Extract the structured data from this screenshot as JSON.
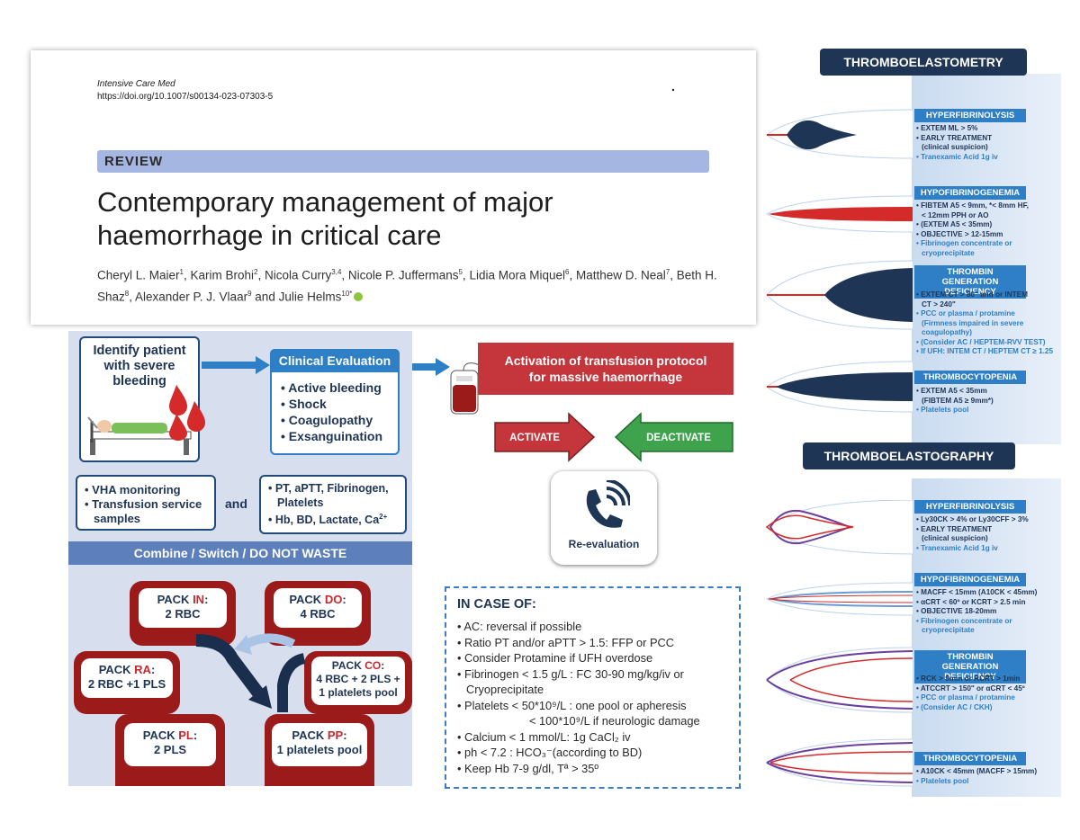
{
  "paper": {
    "journal": "Intensive Care Med",
    "doi": "https://doi.org/10.1007/s00134-023-07303-5",
    "dot": ".",
    "section": "REVIEW",
    "title_line1": "Contemporary management of major",
    "title_line2": "haemorrhage in critical care",
    "authors": [
      {
        "name": "Cheryl L. Maier",
        "sup": "1"
      },
      {
        "name": "Karim Brohi",
        "sup": "2"
      },
      {
        "name": "Nicola Curry",
        "sup": "3,4"
      },
      {
        "name": "Nicole P. Juffermans",
        "sup": "5"
      },
      {
        "name": "Lidia Mora Miquel",
        "sup": "6"
      },
      {
        "name": "Matthew D. Neal",
        "sup": "7"
      },
      {
        "name": "Beth H. Shaz",
        "sup": "8"
      },
      {
        "name": "Alexander P. J. Vlaar",
        "sup": "9"
      },
      {
        "name": "Julie Helms",
        "sup": "10*"
      }
    ],
    "authors_and": "and"
  },
  "flow": {
    "identify_l1": "Identify patient",
    "identify_l2": "with severe",
    "identify_l3": "bleeding",
    "clinical_title": "Clinical Evaluation",
    "clinical_items": [
      "• Active bleeding",
      "• Shock",
      "• Coagulopathy",
      "• Exsanguination"
    ],
    "vha_items": [
      "• VHA monitoring",
      "• Transfusion service",
      "samples"
    ],
    "and": "and",
    "pt_items": [
      "• PT, aPTT, Fibrinogen,",
      "Platelets",
      "• Hb, BD, Lactate, Ca"
    ],
    "pt_sup": "2+",
    "combine": "Combine / Switch / DO NOT WASTE",
    "packs": [
      {
        "prefix": "PACK ",
        "code": "IN",
        "suffix": ":",
        "contents": "2 RBC"
      },
      {
        "prefix": "PACK ",
        "code": "DO",
        "suffix": ":",
        "contents": "4 RBC"
      },
      {
        "prefix": "PACK ",
        "code": "RA",
        "suffix": ":",
        "contents": "2 RBC +1 PLS"
      },
      {
        "prefix": "PACK ",
        "code": "CO",
        "suffix": ":",
        "contents": "4 RBC + 2 PLS +",
        "contents2": "1 platelets pool"
      },
      {
        "prefix": "PACK ",
        "code": "PL",
        "suffix": ":",
        "contents": "2 PLS"
      },
      {
        "prefix": "PACK ",
        "code": "PP",
        "suffix": ":",
        "contents": "1 platelets pool"
      }
    ]
  },
  "protocol": {
    "activation_l1": "Activation of transfusion protocol",
    "activation_l2": "for massive haemorrhage",
    "activate": "ACTIVATE",
    "deactivate": "DEACTIVATE",
    "reevaluation": "Re-evaluation",
    "colors": {
      "activate": "#c4363b",
      "deactivate": "#3fa34d"
    }
  },
  "in_case": {
    "title": "IN CASE OF:",
    "items": [
      "• AC: reversal if possible",
      "• Ratio PT and/or aPTT > 1.5: FFP or PCC",
      "• Consider Protamine if UFH overdose",
      "• Fibrinogen < 1.5 g/L : FC 30-90 mg/kg/iv or",
      "Cryoprecipitate",
      "• Platelets < 50*10⁹/L : one pool or apheresis",
      "< 100*10⁹/L if neurologic damage",
      "• Calcium < 1 mmol/L: 1g CaCl₂ iv",
      "• ph < 7.2 : HCO₃⁻(according to BD)",
      "• Keep Hb 7-9 g/dl, Tª > 35º"
    ]
  },
  "rotem": {
    "title": "THROMBOELASTOMETRY",
    "sections": [
      {
        "label": "HYPERFIBRINOLYSIS",
        "lines": [
          {
            "t": "• EXTEM ML > 5%",
            "b": false
          },
          {
            "t": "• EARLY TREATMENT",
            "b": false
          },
          {
            "t": "(clinical suspicion)",
            "b": false
          },
          {
            "t": "• Tranexamic Acid 1g iv",
            "b": true
          }
        ]
      },
      {
        "label": "HYPOFIBRINOGENEMIA",
        "lines": [
          {
            "t": "• FIBTEM A5 < 9mm, *< 8mm HF,",
            "b": false
          },
          {
            "t": "< 12mm PPH or AO",
            "b": false
          },
          {
            "t": "• (EXTEM A5 < 35mm)",
            "b": false
          },
          {
            "t": "• OBJECTIVE > 12-15mm",
            "b": false
          },
          {
            "t": "• Fibrinogen concentrate or",
            "b": true
          },
          {
            "t": "cryoprecipitate",
            "b": true
          }
        ]
      },
      {
        "label": "THROMBIN GENERATION DEFICIENCY",
        "lines": [
          {
            "t": "• EXTEM CT > 80\" and or INTEM",
            "b": false
          },
          {
            "t": "CT > 240\"",
            "b": false
          },
          {
            "t": "• PCC or plasma / protamine",
            "b": true
          },
          {
            "t": "(Firmness impaired in severe",
            "b": true
          },
          {
            "t": "coagulopathy)",
            "b": true
          },
          {
            "t": "• (Consider AC / HEPTEM-RVV TEST)",
            "b": true
          },
          {
            "t": "• If UFH: INTEM CT / HEPTEM CT ≥ 1.25",
            "b": true
          }
        ]
      },
      {
        "label": "THROMBOCYTOPENIA",
        "lines": [
          {
            "t": "• EXTEM A5 < 35mm",
            "b": false
          },
          {
            "t": "(FIBTEM A5 ≥ 9mm*)",
            "b": false
          },
          {
            "t": "• Platelets pool",
            "b": true
          }
        ]
      }
    ]
  },
  "teg": {
    "title": "THROMBOELASTOGRAPHY",
    "sections": [
      {
        "label": "HYPERFIBRINOLYSIS",
        "lines": [
          {
            "t": "• Ly30CK > 4% or Ly30CFF > 3%",
            "b": false
          },
          {
            "t": "• EARLY TREATMENT",
            "b": false
          },
          {
            "t": "(clinical suspicion)",
            "b": false
          },
          {
            "t": "• Tranexamic Acid 1g iv",
            "b": true
          }
        ]
      },
      {
        "label": "HYPOFIBRINOGENEMIA",
        "lines": [
          {
            "t": "• MACFF < 15mm (A10CK < 45mm)",
            "b": false
          },
          {
            "t": "• αCRT < 60º or KCRT > 2.5 min",
            "b": false
          },
          {
            "t": "• OBJECTIVE 18-20mm",
            "b": false
          },
          {
            "t": "• Fibrinogen concentrate or",
            "b": true
          },
          {
            "t": "cryoprecipitate",
            "b": true
          }
        ]
      },
      {
        "label": "THROMBIN GENERATION DEFICIENCY",
        "lines": [
          {
            "t": "• RCK > 9min or RCRT > 1min",
            "b": false
          },
          {
            "t": "• ATCCRT > 150\" or αCRT < 45º",
            "b": false
          },
          {
            "t": "• PCC or plasma / protamine",
            "b": true
          },
          {
            "t": "• (Consider AC / CKH)",
            "b": true
          }
        ]
      },
      {
        "label": "THROMBOCYTOPENIA",
        "lines": [
          {
            "t": "• A10CK < 45mm (MACFF > 15mm)",
            "b": false
          },
          {
            "t": "• Platelets pool",
            "b": true
          }
        ]
      }
    ]
  }
}
